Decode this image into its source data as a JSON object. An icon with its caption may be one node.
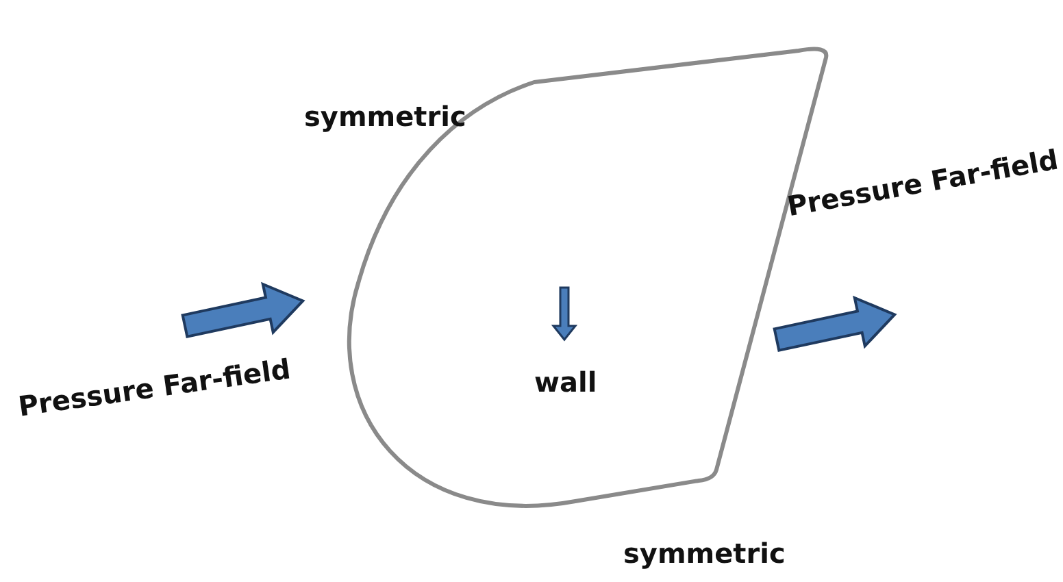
{
  "diagram": {
    "labels": [
      "symmetric",
      "Pressure Far-field",
      "Pressure Far-field",
      "wall",
      "symmetric"
    ]
  }
}
